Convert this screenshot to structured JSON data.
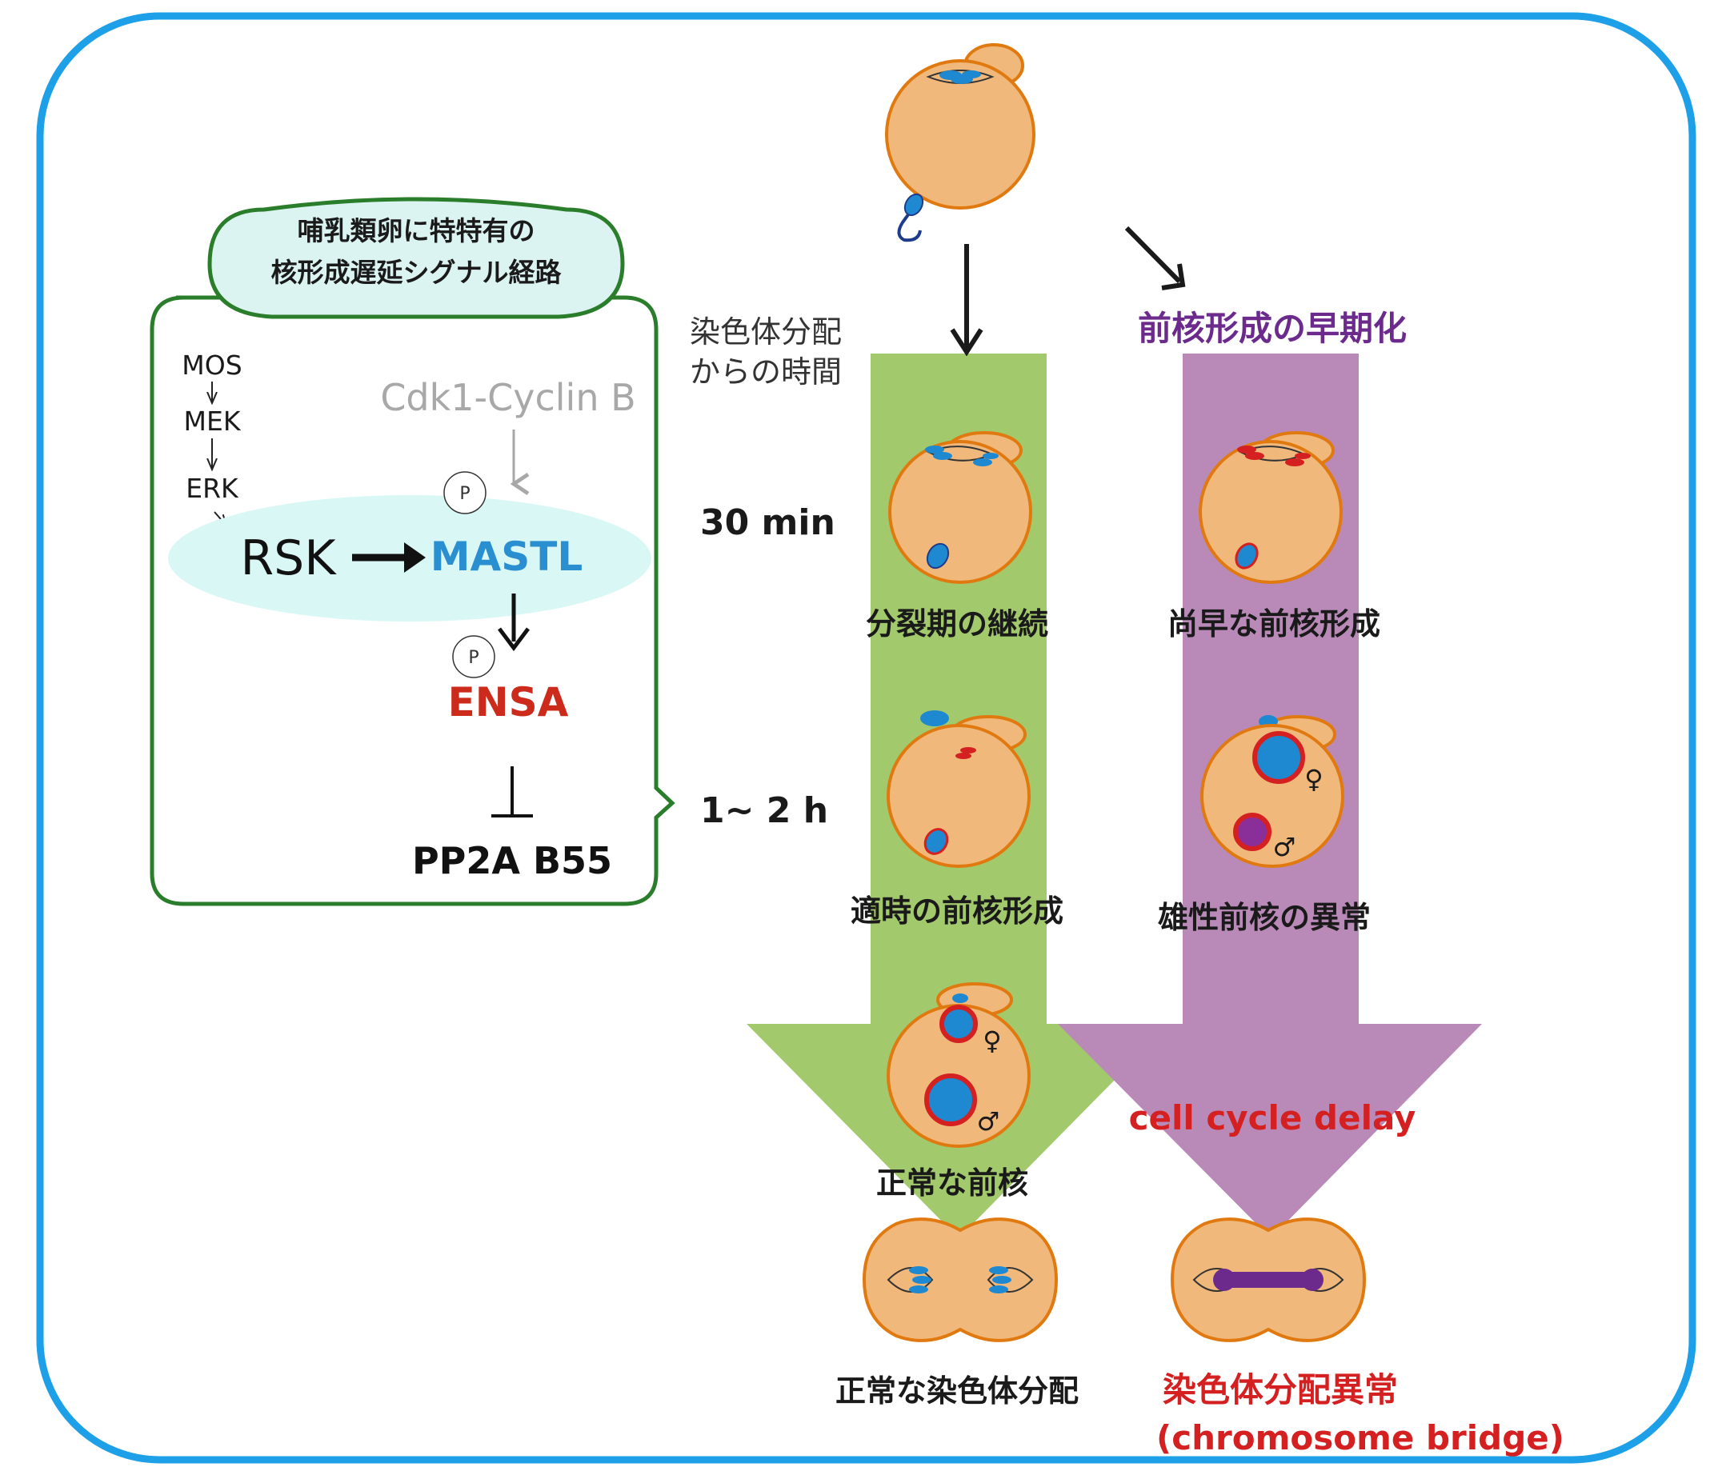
{
  "colors": {
    "frame": "#1ea0e8",
    "green_box": "#2a7d2a",
    "cell_fill": "#f0b87a",
    "cell_stroke": "#e07a10",
    "chrom_blue": "#1e88d0",
    "red": "#d42020",
    "purple_text": "#6b2a8c",
    "green_arrow": "#a2c96b",
    "purple_arrow": "#b98ab8",
    "ellipse": "#d9f7f4",
    "mastl": "#2a8fd0",
    "ensa": "#cc2a1a",
    "grey": "#a8a8a8"
  },
  "pathway": {
    "title_line1": "哺乳類卵に特特有の",
    "title_line2": "核形成遅延シグナル経路",
    "mos": "MOS",
    "mek": "MEK",
    "erk": "ERK",
    "cdk1": "Cdk1-Cyclin B",
    "rsk": "RSK",
    "mastl": "MASTL",
    "ensa": "ENSA",
    "pp2a": "PP2A B55",
    "phospho": "P"
  },
  "timeline": {
    "header_line1": "染色体分配",
    "header_line2": "からの時間",
    "t1": "30 min",
    "t2": "1~ 2 h"
  },
  "normal_path": {
    "label_1": "分裂期の継続",
    "label_2": "適時の前核形成",
    "label_3": "正常な前核",
    "label_4": "正常な染色体分配"
  },
  "abnormal_path": {
    "title": "前核形成の早期化",
    "label_1": "尚早な前核形成",
    "label_2": "雄性前核の異常",
    "delay": "cell cycle delay",
    "label_4_line1": "染色体分配異常",
    "label_4_line2": "(chromosome bridge)"
  },
  "symbols": {
    "female": "♀",
    "male": "♂"
  }
}
